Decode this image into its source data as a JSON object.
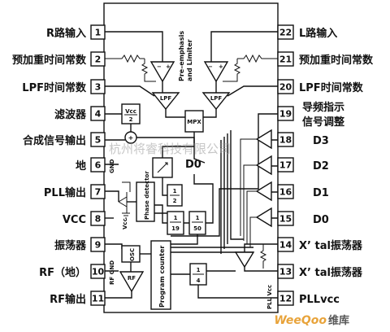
{
  "pins_left": [
    {
      "num": "1",
      "label": "R路输入"
    },
    {
      "num": "2",
      "label": "预加重时间常数"
    },
    {
      "num": "3",
      "label": "LPF时间常数"
    },
    {
      "num": "4",
      "label": "滤波器"
    },
    {
      "num": "5",
      "label": "合成信号输出"
    },
    {
      "num": "6",
      "label": "地"
    },
    {
      "num": "7",
      "label": "PLL输出"
    },
    {
      "num": "8",
      "label": "VCC"
    },
    {
      "num": "9",
      "label": "振荡器"
    },
    {
      "num": "10",
      "label": "RF（地）"
    },
    {
      "num": "11",
      "label": "RF输出"
    }
  ],
  "pins_right": [
    {
      "num": "22",
      "label": "L路输入"
    },
    {
      "num": "21",
      "label": "预加重时间常数"
    },
    {
      "num": "20",
      "label": "LPF时间常数"
    },
    {
      "num": "19",
      "label": "导频指示"
    },
    {
      "num": "18",
      "label": "D3"
    },
    {
      "num": "17",
      "label": "D2"
    },
    {
      "num": "16",
      "label": "D1"
    },
    {
      "num": "15",
      "label": "D0"
    },
    {
      "num": "14",
      "label": "X’ tal振荡器"
    },
    {
      "num": "13",
      "label": "X’ tal振荡器"
    },
    {
      "num": "12",
      "label": "PLLvcc"
    }
  ],
  "right_extra_label": "信号调整",
  "inner": {
    "preemph_line1": "Pre–emphasis",
    "preemph_line2": "and Limiter",
    "lpf": "LPF",
    "mpx": "MPX",
    "vcc_half": "Vcc",
    "vcc_half_den": "2",
    "d0": "D0",
    "gnd": "GND",
    "vcc_pin": "Vcc",
    "phase_detector": "Phase detector",
    "div2_num": "1",
    "div2_den": "2",
    "div19_num": "1",
    "div19_den": "19",
    "div50_num": "1",
    "div50_den": "50",
    "div4_num": "1",
    "div4_den": "4",
    "osc": "OSC",
    "rf": "RF",
    "rf_gnd": "RF GND",
    "program_counter": "Program counter",
    "pll_vcc": "PLL Vcc",
    "plus": "+"
  },
  "watermark_center": "杭州将睿科技有限公司",
  "watermark_brand": "WeeQoo",
  "watermark_brand_cn": "维库"
}
